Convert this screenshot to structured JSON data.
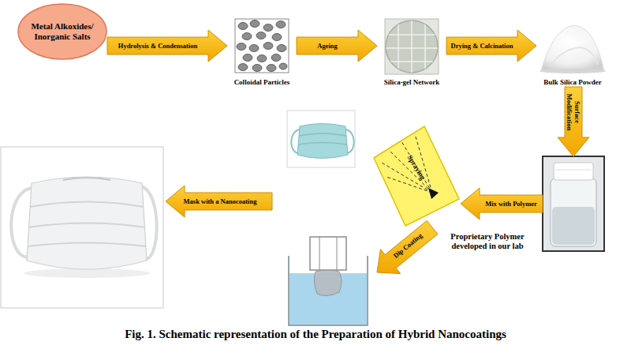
{
  "diagram": {
    "caption": "Fig. 1. Schematic representation of the Preparation of Hybrid Nanocoatings",
    "nodes": [
      {
        "text": [
          "Metal Alkoxides/ Inorganic Salts"
        ]
      },
      {
        "text": [
          "Colloidal Particles"
        ]
      },
      {
        "text": [
          "Silica-gel Network"
        ]
      },
      {
        "text": [
          "Bulk Silica Powder"
        ]
      },
      {
        "text": [
          "Proprietary Polymer developed in our lab"
        ]
      },
      {
        "text": [
          "Spraying"
        ]
      }
    ],
    "edges": [
      {
        "from": 0,
        "to": 1,
        "label": "Hydrolysis & Condensation",
        "arrow": "to"
      },
      {
        "from": 1,
        "to": 2,
        "label": "Ageing",
        "arrow": "to"
      },
      {
        "from": 2,
        "to": 3,
        "label": "Drying & Calcination",
        "arrow": "to"
      },
      {
        "from": 3,
        "to": 4,
        "label": "Surface Modification",
        "arrow": "to"
      },
      {
        "from": 4,
        "to": 5,
        "label": "Mix with Polymer",
        "arrow": "to"
      }
    ],
    "labels": [
      "Mask with a Nanocoating",
      "Dip Coating"
    ]
  }
}
